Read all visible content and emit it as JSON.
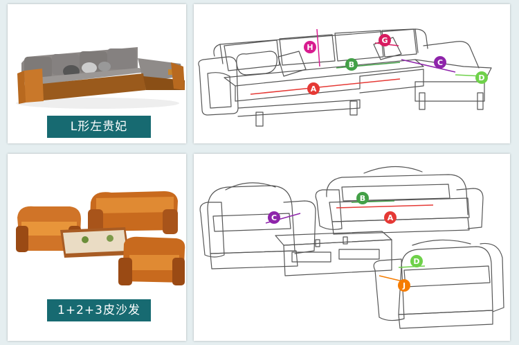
{
  "panels": {
    "l_shape": {
      "label": "L形左贵妃"
    },
    "leather_set": {
      "label": "1+2+3皮沙发"
    }
  },
  "markers": {
    "l_shape_diagram": [
      {
        "letter": "A",
        "color": "#e53935"
      },
      {
        "letter": "B",
        "color": "#43a047"
      },
      {
        "letter": "C",
        "color": "#8e24aa"
      },
      {
        "letter": "D",
        "color": "#6fd14a"
      },
      {
        "letter": "G",
        "color": "#d81b60"
      },
      {
        "letter": "H",
        "color": "#d81b8f"
      }
    ],
    "leather_diagram": [
      {
        "letter": "A",
        "color": "#e53935"
      },
      {
        "letter": "B",
        "color": "#43a047"
      },
      {
        "letter": "C",
        "color": "#8e24aa"
      },
      {
        "letter": "D",
        "color": "#6fd14a"
      },
      {
        "letter": "J",
        "color": "#f57c00"
      }
    ]
  }
}
